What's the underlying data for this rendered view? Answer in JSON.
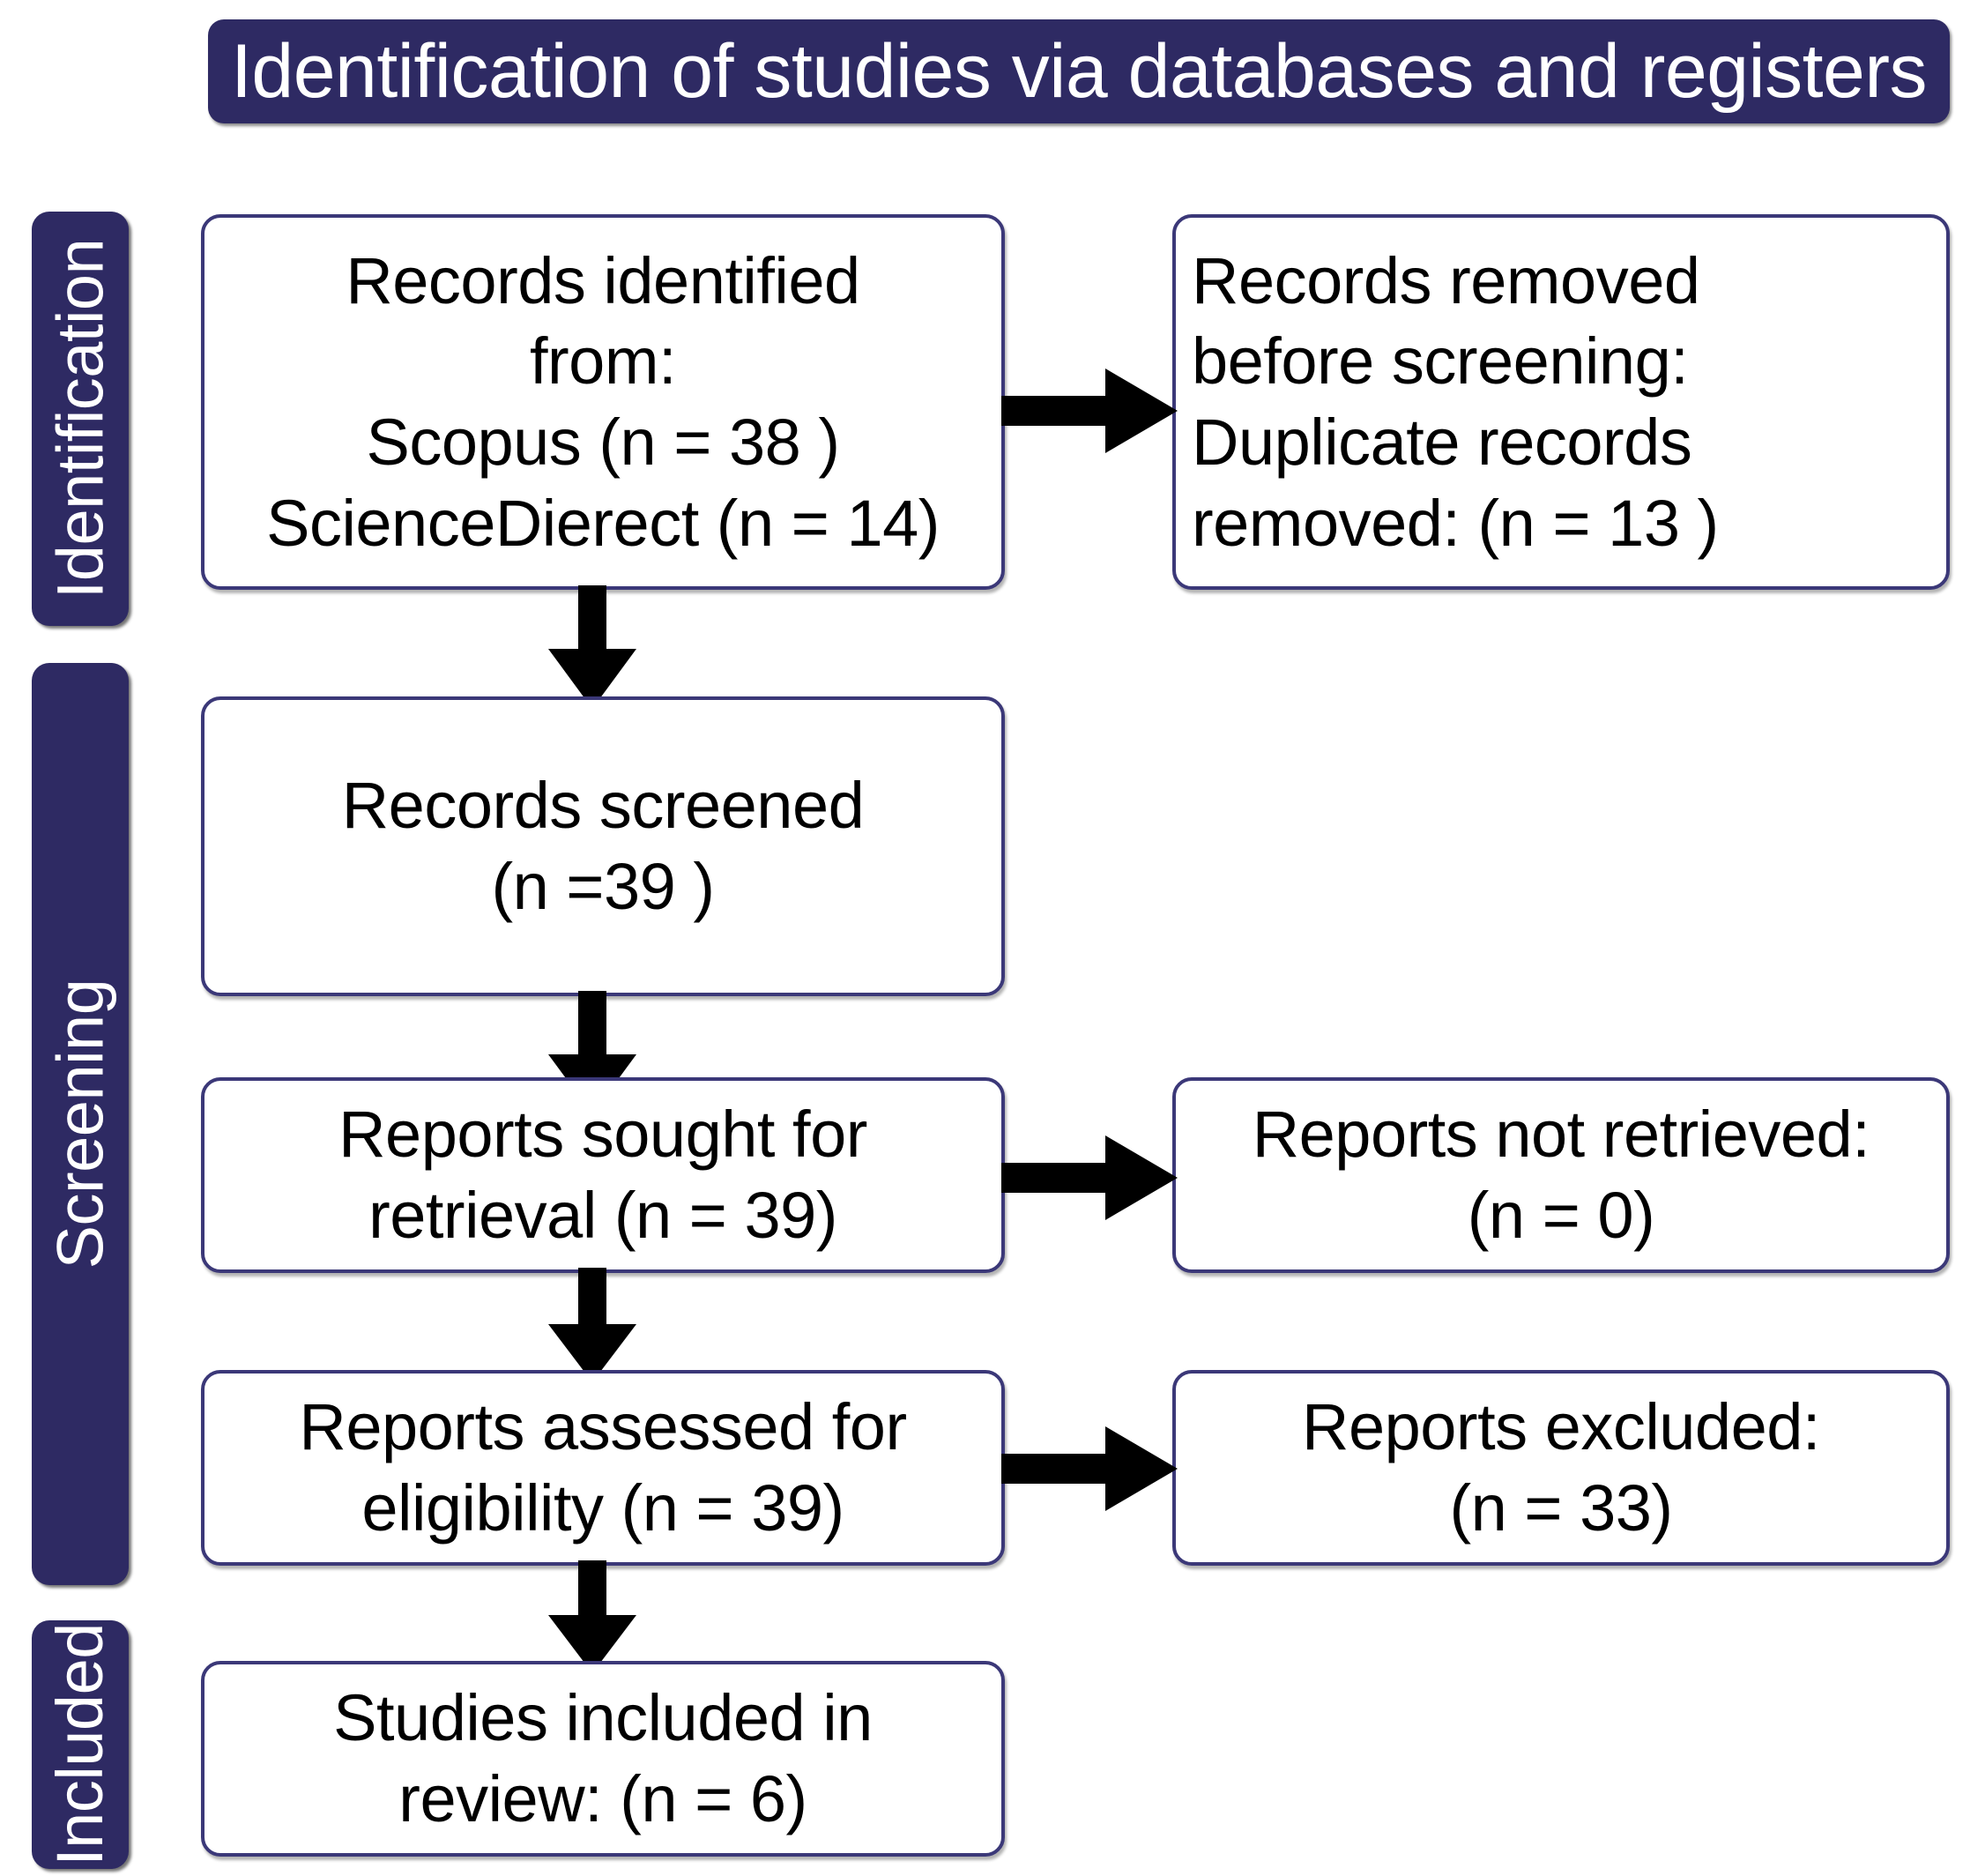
{
  "colors": {
    "stage_bar": "#2e2a63",
    "box_border": "#3b3878",
    "box_fill": "#ffffff",
    "arrow": "#000000",
    "banner_text": "#ffffff",
    "box_text": "#000000"
  },
  "banner": {
    "title": "Identification of studies via databases and registers"
  },
  "stages": [
    {
      "id": "identification",
      "label": "Identification"
    },
    {
      "id": "screening",
      "label": "Screening"
    },
    {
      "id": "included",
      "label": "Included"
    }
  ],
  "boxes": {
    "records_identified": {
      "text": "Records identified\nfrom:\nScopus (n = 38 )\nScienceDierect (n = 14)",
      "align": "center"
    },
    "records_removed": {
      "text": "Records removed\nbefore screening:\nDuplicate records\nremoved: (n = 13 )",
      "align": "left"
    },
    "records_screened": {
      "text": "Records screened\n(n =39 )",
      "align": "center"
    },
    "reports_sought": {
      "text": "Reports sought for\nretrieval (n = 39)",
      "align": "center"
    },
    "reports_not_retrieved": {
      "text": "Reports not retrieved:\n(n = 0)",
      "align": "center"
    },
    "reports_assessed": {
      "text": "Reports assessed for\neligibility (n = 39)",
      "align": "center"
    },
    "reports_excluded": {
      "text": "Reports excluded:\n(n = 33)",
      "align": "center"
    },
    "studies_included": {
      "text": "Studies included in\nreview: (n = 6)",
      "align": "center"
    }
  },
  "flow": {
    "arrows": [
      {
        "id": "identified-to-removed",
        "direction": "right",
        "from": "records_identified",
        "to": "records_removed"
      },
      {
        "id": "identified-to-screened",
        "direction": "down",
        "from": "records_identified",
        "to": "records_screened"
      },
      {
        "id": "screened-to-sought",
        "direction": "down",
        "from": "records_screened",
        "to": "reports_sought"
      },
      {
        "id": "sought-to-not-retrieved",
        "direction": "right",
        "from": "reports_sought",
        "to": "reports_not_retrieved"
      },
      {
        "id": "sought-to-assessed",
        "direction": "down",
        "from": "reports_sought",
        "to": "reports_assessed"
      },
      {
        "id": "assessed-to-excluded",
        "direction": "right",
        "from": "reports_assessed",
        "to": "reports_excluded"
      },
      {
        "id": "assessed-to-included",
        "direction": "down",
        "from": "reports_assessed",
        "to": "studies_included"
      }
    ]
  }
}
